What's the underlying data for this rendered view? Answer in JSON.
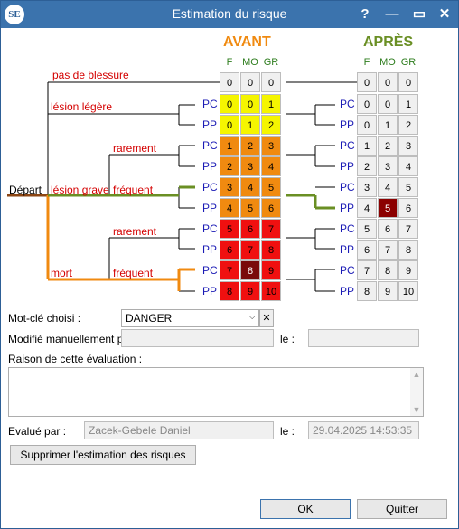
{
  "window": {
    "title": "Estimation du risque",
    "app_icon_text": "SE",
    "help_label": "?",
    "minimize_label": "—",
    "maximize_label": "▭",
    "close_label": "✕"
  },
  "matrix": {
    "avant_label": "AVANT",
    "apres_label": "APRÈS",
    "col_headers": [
      "F",
      "MO",
      "GR"
    ],
    "injury_labels": [
      "pas de blessure",
      "lésion légère",
      "lésion grave",
      "mort"
    ],
    "frequency_labels": [
      "rarement",
      "fréquent",
      "rarement",
      "fréquent"
    ],
    "depart_label": "Départ",
    "row_labels": [
      "PC",
      "PP",
      "PC",
      "PP",
      "PC",
      "PP",
      "PC",
      "PP",
      "PC",
      "PP"
    ],
    "avant_rows": [
      [
        "0",
        "0",
        "0"
      ],
      [
        "0",
        "0",
        "1"
      ],
      [
        "0",
        "1",
        "2"
      ],
      [
        "1",
        "2",
        "3"
      ],
      [
        "2",
        "3",
        "4"
      ],
      [
        "3",
        "4",
        "5"
      ],
      [
        "4",
        "5",
        "6"
      ],
      [
        "5",
        "6",
        "7"
      ],
      [
        "6",
        "7",
        "8"
      ],
      [
        "7",
        "8",
        "9"
      ],
      [
        "8",
        "9",
        "10"
      ]
    ],
    "apres_rows": [
      [
        "0",
        "0",
        "0"
      ],
      [
        "0",
        "0",
        "1"
      ],
      [
        "0",
        "1",
        "2"
      ],
      [
        "1",
        "2",
        "3"
      ],
      [
        "2",
        "3",
        "4"
      ],
      [
        "3",
        "4",
        "5"
      ],
      [
        "4",
        "5",
        "6"
      ],
      [
        "5",
        "6",
        "7"
      ],
      [
        "6",
        "7",
        "8"
      ],
      [
        "7",
        "8",
        "9"
      ],
      [
        "8",
        "9",
        "10"
      ]
    ],
    "colors": {
      "white": "#f0f0f0",
      "yellow": "#f5f500",
      "orange": "#f08a10",
      "red": "#f01010",
      "selected_before": "#7a0a0a",
      "selected_after": "#8b0000",
      "path_orange": "#f08a10",
      "path_green": "#6a8f24",
      "path_brown": "#8b4513"
    }
  },
  "form": {
    "keyword_label": "Mot-clé choisi :",
    "keyword_value": "DANGER",
    "modified_label": "Modifié manuellement par",
    "modified_value": "",
    "le_label": "le :",
    "modified_date": "",
    "reason_label": "Raison de cette évaluation :",
    "reason_value": "",
    "evaluated_label": "Evalué par :",
    "evaluated_value": "Zacek-Gebele Daniel",
    "evaluated_le_label": "le :",
    "evaluated_date": "29.04.2025 14:53:35",
    "delete_button": "Supprimer l'estimation des risques",
    "ok_button": "OK",
    "quit_button": "Quitter"
  }
}
